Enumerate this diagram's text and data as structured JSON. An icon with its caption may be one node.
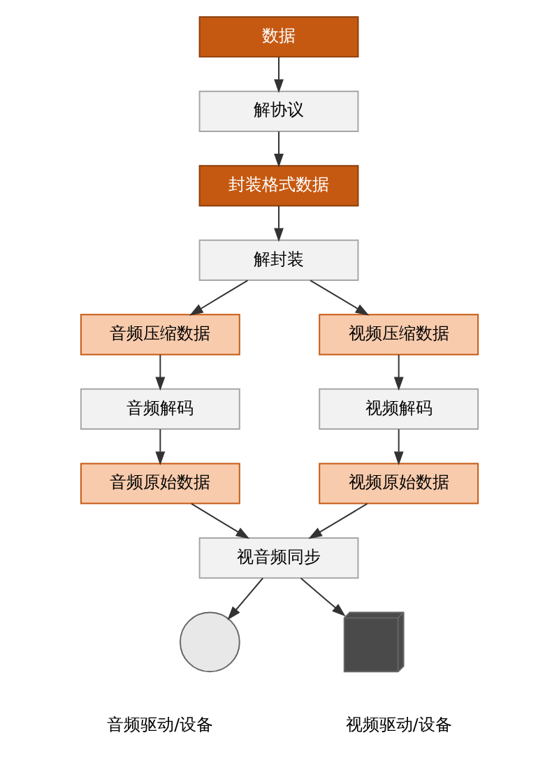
{
  "diagram": {
    "nodes": [
      {
        "text": [
          "数据"
        ]
      },
      {
        "text": [
          "解协议"
        ]
      },
      {
        "text": [
          "封装格式数据"
        ]
      },
      {
        "text": [
          "解封装"
        ]
      },
      {
        "text": [
          "音频压缩数据"
        ]
      },
      {
        "text": [
          "视频压缩数据"
        ]
      },
      {
        "text": [
          "音频解码"
        ]
      },
      {
        "text": [
          "视频解码"
        ]
      },
      {
        "text": [
          "音频原始数据"
        ]
      },
      {
        "text": [
          "视频原始数据"
        ]
      },
      {
        "text": [
          "视音频同步"
        ]
      },
      {
        "text": [],
        "shape": "circle",
        "beside": [
          "音频驱动/设备"
        ]
      },
      {
        "text": [],
        "shape": "box",
        "beside": [
          "视频驱动/设备"
        ]
      }
    ],
    "edges": [
      {
        "from": 0,
        "to": 1,
        "arrow": "to"
      },
      {
        "from": 1,
        "to": 2,
        "arrow": "to"
      },
      {
        "from": 2,
        "to": 3,
        "arrow": "to"
      },
      {
        "from": 3,
        "to": 4,
        "arrow": "to"
      },
      {
        "from": 3,
        "to": 5,
        "arrow": "to"
      },
      {
        "from": 4,
        "to": 6,
        "arrow": "to"
      },
      {
        "from": 5,
        "to": 7,
        "arrow": "to"
      },
      {
        "from": 6,
        "to": 8,
        "arrow": "to"
      },
      {
        "from": 7,
        "to": 9,
        "arrow": "to"
      },
      {
        "from": 8,
        "to": 10,
        "arrow": "to"
      },
      {
        "from": 9,
        "to": 10,
        "arrow": "to"
      },
      {
        "from": 10,
        "to": 11,
        "arrow": "to"
      },
      {
        "from": 10,
        "to": 12,
        "arrow": "to"
      }
    ]
  }
}
